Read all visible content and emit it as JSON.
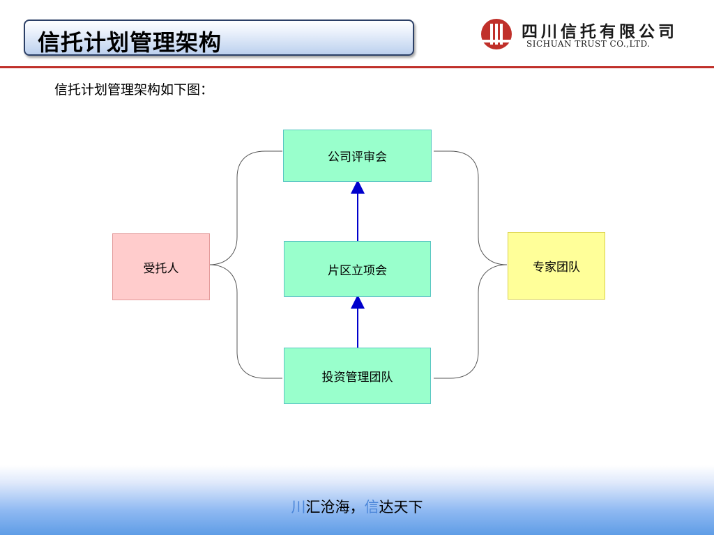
{
  "header": {
    "title": "信托计划管理架构",
    "logo": {
      "icon": "sichuan-trust-logo-icon",
      "name_cn": "四川信托有限公司",
      "name_en": "SICHUAN TRUST CO.,LTD."
    }
  },
  "intro": "信托计划管理架构如下图：",
  "diagram": {
    "nodes": {
      "review_committee": "公司评审会",
      "project_committee": "片区立项会",
      "investment_team": "投资管理团队",
      "trustee": "受托人",
      "expert_team": "专家团队"
    },
    "edges": [
      {
        "from": "investment_team",
        "to": "project_committee",
        "style": "arrow"
      },
      {
        "from": "project_committee",
        "to": "review_committee",
        "style": "arrow"
      },
      {
        "from": "trustee",
        "to": [
          "review_committee",
          "project_committee",
          "investment_team"
        ],
        "style": "brace"
      },
      {
        "from": "expert_team",
        "to": [
          "review_committee",
          "project_committee",
          "investment_team"
        ],
        "style": "brace"
      }
    ]
  },
  "footer": {
    "slogan_part1_accent": "川",
    "slogan_part1_rest": "汇沧海，",
    "slogan_part2_accent": "信",
    "slogan_part2_rest": "达天下"
  },
  "colors": {
    "title_border": "#2b3f66",
    "divider": "#c0302a",
    "node_green": "#99ffcc",
    "node_pink": "#ffcccc",
    "node_yellow": "#ffff99",
    "arrow": "#0000cc",
    "accent": "#4a85d8",
    "logo_red": "#c0302a"
  }
}
